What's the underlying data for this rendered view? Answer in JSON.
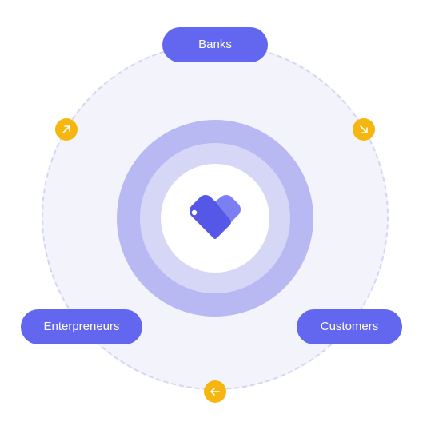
{
  "nodes": {
    "top": {
      "label": "Banks"
    },
    "left": {
      "label": "Enterpreneurs"
    },
    "right": {
      "label": "Customers"
    }
  },
  "arrows": {
    "top_left": {
      "icon": "arrow-up-right-icon"
    },
    "top_right": {
      "icon": "arrow-down-right-icon"
    },
    "bottom": {
      "icon": "arrow-left-icon"
    }
  },
  "center": {
    "icon": "heart-tag-logo-icon"
  },
  "colors": {
    "pill": "#6366ee",
    "arrow_badge": "#f5b70f",
    "outer_fill": "#f3f3fb",
    "outer_dash": "#d4d5f3",
    "ring_outer": "#b8b9f3",
    "ring_mid": "#d6d7f6",
    "logo_dark": "#5558e6",
    "logo_light": "#7c7ff1"
  }
}
